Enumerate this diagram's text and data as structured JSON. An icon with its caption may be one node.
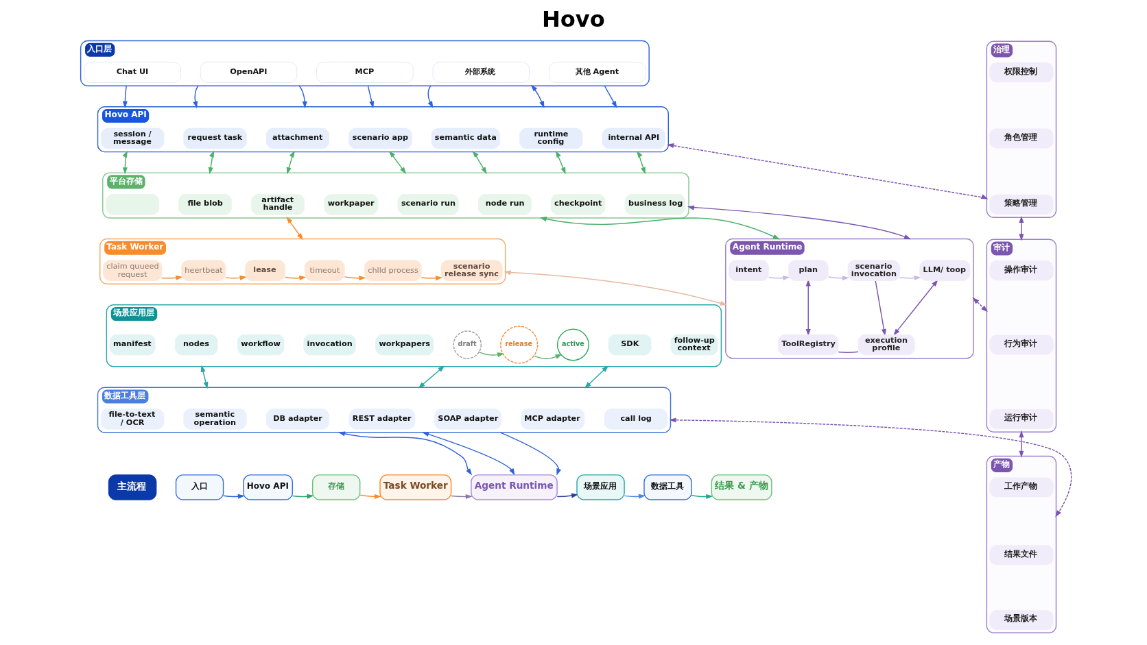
{
  "diagram": {
    "title": "Hovo",
    "nodes": [
      {
        "text": [
          "入口层"
        ]
      },
      {
        "text": [
          "Chat UI"
        ],
        "in": 0
      },
      {
        "text": [
          "OpenAPI"
        ],
        "in": 0
      },
      {
        "text": [
          "MCP"
        ],
        "in": 0
      },
      {
        "text": [
          "外部系统"
        ],
        "in": 0
      },
      {
        "text": [
          "其他 Agent"
        ],
        "in": 0
      },
      {
        "text": [
          "Hovo API"
        ]
      },
      {
        "text": [
          "session / message"
        ],
        "in": 6
      },
      {
        "text": [
          "request task"
        ],
        "in": 6
      },
      {
        "text": [
          "attachment"
        ],
        "in": 6
      },
      {
        "text": [
          "scenario app"
        ],
        "in": 6
      },
      {
        "text": [
          "semantic data"
        ],
        "in": 6
      },
      {
        "text": [
          "runtime config"
        ],
        "in": 6
      },
      {
        "text": [
          "internal API"
        ],
        "in": 6
      },
      {
        "text": [
          "平台存储"
        ]
      },
      {
        "text": [],
        "shape": "box",
        "in": 14
      },
      {
        "text": [
          "file blob"
        ],
        "in": 14
      },
      {
        "text": [
          "artifact handle"
        ],
        "in": 14
      },
      {
        "text": [
          "workpaper"
        ],
        "in": 14
      },
      {
        "text": [
          "scenario run"
        ],
        "in": 14
      },
      {
        "text": [
          "node run"
        ],
        "in": 14
      },
      {
        "text": [
          "checkpoint"
        ],
        "in": 14
      },
      {
        "text": [
          "business log"
        ],
        "in": 14
      },
      {
        "text": [
          "Task Worker"
        ]
      },
      {
        "text": [
          "claim quueed request"
        ],
        "in": 23
      },
      {
        "text": [
          "heertbeat"
        ],
        "in": 23
      },
      {
        "text": [
          "lease"
        ],
        "in": 23
      },
      {
        "text": [
          "timeout"
        ],
        "in": 23
      },
      {
        "text": [
          "chlld process"
        ],
        "in": 23
      },
      {
        "text": [
          "scenario release sync"
        ],
        "in": 23
      },
      {
        "text": [
          "Agent Runtime"
        ]
      },
      {
        "text": [
          "intent"
        ],
        "in": 30
      },
      {
        "text": [
          "plan"
        ],
        "in": 30
      },
      {
        "text": [
          "scenario invocation"
        ],
        "in": 30
      },
      {
        "text": [
          "LLM/ toop"
        ],
        "in": 30
      },
      {
        "text": [
          "ToolRegistry"
        ],
        "in": 30
      },
      {
        "text": [
          "execution profile"
        ],
        "in": 30
      },
      {
        "text": [
          "场景应用层"
        ]
      },
      {
        "text": [
          "manifest"
        ],
        "in": 37
      },
      {
        "text": [
          "nodes"
        ],
        "in": 37
      },
      {
        "text": [
          "workflow"
        ],
        "in": 37
      },
      {
        "text": [
          "invocation"
        ],
        "in": 37
      },
      {
        "text": [
          "workpapers"
        ],
        "in": 37
      },
      {
        "text": [
          "draft"
        ],
        "in": 37
      },
      {
        "text": [
          "release"
        ],
        "in": 37
      },
      {
        "text": [
          "active"
        ],
        "in": 37
      },
      {
        "text": [
          "SDK"
        ],
        "in": 37
      },
      {
        "text": [
          "follow-up context"
        ],
        "in": 37
      },
      {
        "text": [
          "数据工具层"
        ]
      },
      {
        "text": [
          "file-to-text / OCR"
        ],
        "in": 48
      },
      {
        "text": [
          "semantic operation"
        ],
        "in": 48
      },
      {
        "text": [
          "DB adapter"
        ],
        "in": 48
      },
      {
        "text": [
          "REST adapter"
        ],
        "in": 48
      },
      {
        "text": [
          "SOAP adapter"
        ],
        "in": 48
      },
      {
        "text": [
          "MCP adapter"
        ],
        "in": 48
      },
      {
        "text": [
          "call log"
        ],
        "in": 48
      },
      {
        "text": [
          "主流程"
        ]
      },
      {
        "text": [
          "入口"
        ]
      },
      {
        "text": [
          "Hovo API"
        ]
      },
      {
        "text": [
          "存储"
        ]
      },
      {
        "text": [
          "Task Worker"
        ]
      },
      {
        "text": [
          "Agent Runtime"
        ]
      },
      {
        "text": [
          "场景应用"
        ]
      },
      {
        "text": [
          "数据工具"
        ]
      },
      {
        "text": [
          "结果 & 产物"
        ]
      },
      {
        "text": [
          "治理"
        ]
      },
      {
        "text": [
          "权限控制"
        ],
        "in": 65
      },
      {
        "text": [
          "角色管理"
        ],
        "in": 65
      },
      {
        "text": [
          "策略管理"
        ],
        "in": 65
      },
      {
        "text": [
          "审计"
        ]
      },
      {
        "text": [
          "操作审计"
        ],
        "in": 69
      },
      {
        "text": [
          "行为审计"
        ],
        "in": 69
      },
      {
        "text": [
          "运行审计"
        ],
        "in": 69
      },
      {
        "text": [
          "产物"
        ]
      },
      {
        "text": [
          "工作产物"
        ],
        "in": 73
      },
      {
        "text": [
          "结果文件"
        ],
        "in": 73
      },
      {
        "text": [
          "场景版本"
        ],
        "in": 73
      }
    ],
    "edges": [
      {
        "from": 0,
        "to": 6,
        "arrow": "to"
      },
      {
        "from": 0,
        "to": 6,
        "arrow": "to"
      },
      {
        "from": 0,
        "to": 6,
        "arrow": "to"
      },
      {
        "from": 0,
        "to": 6,
        "arrow": "to"
      },
      {
        "from": 0,
        "to": 6,
        "arrow": "to"
      },
      {
        "from": 0,
        "to": 6,
        "arrow": "both"
      },
      {
        "from": 0,
        "to": 6,
        "arrow": "to"
      },
      {
        "from": 6,
        "to": 14,
        "arrow": "both",
        "color": "#4caf6a"
      },
      {
        "from": 6,
        "to": 14,
        "arrow": "both",
        "color": "#4caf6a"
      },
      {
        "from": 6,
        "to": 14,
        "arrow": "both",
        "color": "#4caf6a"
      },
      {
        "from": 6,
        "to": 14,
        "arrow": "both",
        "color": "#4caf6a"
      },
      {
        "from": 6,
        "to": 14,
        "arrow": "both",
        "color": "#4caf6a"
      },
      {
        "from": 6,
        "to": 14,
        "arrow": "both",
        "color": "#4caf6a"
      },
      {
        "from": 6,
        "to": 14,
        "arrow": "both",
        "color": "#4caf6a"
      },
      {
        "from": 14,
        "to": 23,
        "arrow": "both",
        "color": "#f98b2a"
      },
      {
        "from": 14,
        "to": 30,
        "arrow": "both",
        "color": "#4caf6a"
      },
      {
        "from": 14,
        "to": 30,
        "arrow": "both",
        "color": "#7b55b0"
      },
      {
        "from": 23,
        "to": 30,
        "arrow": "both",
        "color": "#e6b9a0"
      },
      {
        "from": 24,
        "to": 25,
        "arrow": "to",
        "color": "#f98b2a"
      },
      {
        "from": 25,
        "to": 26,
        "arrow": "to",
        "color": "#f98b2a"
      },
      {
        "from": 26,
        "to": 27,
        "arrow": "to",
        "color": "#f98b2a"
      },
      {
        "from": 27,
        "to": 28,
        "arrow": "to",
        "color": "#f98b2a"
      },
      {
        "from": 28,
        "to": 29,
        "arrow": "to",
        "color": "#f98b2a"
      },
      {
        "from": 31,
        "to": 32,
        "arrow": "to",
        "color": "#c9b8e6"
      },
      {
        "from": 32,
        "to": 33,
        "arrow": "to",
        "color": "#c9b8e6"
      },
      {
        "from": 33,
        "to": 34,
        "arrow": "to",
        "color": "#c9b8e6"
      },
      {
        "from": 32,
        "to": 35,
        "arrow": "both",
        "color": "#7b55b0"
      },
      {
        "from": 34,
        "to": 36,
        "arrow": "both",
        "color": "#7b55b0"
      },
      {
        "from": 33,
        "to": 36,
        "arrow": "to",
        "color": "#7b55b0"
      },
      {
        "from": 35,
        "to": 36,
        "arrow": "none",
        "color": "#7b55b0"
      },
      {
        "from": 43,
        "to": 44,
        "arrow": "to",
        "color": "#5cb26b"
      },
      {
        "from": 44,
        "to": 45,
        "arrow": "to",
        "color": "#5cb26b"
      },
      {
        "from": 37,
        "to": 48,
        "arrow": "both",
        "color": "#2aa7a8"
      },
      {
        "from": 37,
        "to": 48,
        "arrow": "both",
        "color": "#2aa7a8"
      },
      {
        "from": 37,
        "to": 48,
        "arrow": "both",
        "color": "#2aa7a8"
      },
      {
        "from": 48,
        "to": 61,
        "arrow": "both"
      },
      {
        "from": 48,
        "to": 61,
        "arrow": "both"
      },
      {
        "from": 48,
        "to": 61,
        "arrow": "to"
      },
      {
        "from": 57,
        "to": 58,
        "arrow": "to"
      },
      {
        "from": 58,
        "to": 59,
        "arrow": "to",
        "color": "#2ea36b"
      },
      {
        "from": 59,
        "to": 60,
        "arrow": "to",
        "color": "#f98b2a"
      },
      {
        "from": 60,
        "to": 61,
        "arrow": "to",
        "color": "#8e7ba6"
      },
      {
        "from": 61,
        "to": 62,
        "arrow": "to",
        "color": "#2c3fa0"
      },
      {
        "from": 62,
        "to": 63,
        "arrow": "to",
        "color": "#4a86e0"
      },
      {
        "from": 63,
        "to": 64,
        "arrow": "to",
        "color": "#20a68a"
      },
      {
        "from": 6,
        "to": 65,
        "arrow": "both",
        "style": "dashed",
        "color": "#7b55b0"
      },
      {
        "from": 30,
        "to": 69,
        "arrow": "both",
        "style": "dashed",
        "color": "#7b55b0"
      },
      {
        "from": 48,
        "to": 73,
        "arrow": "both",
        "style": "dashed",
        "color": "#7b55b0"
      },
      {
        "from": 65,
        "to": 69,
        "arrow": "both",
        "color": "#7b55b0"
      },
      {
        "from": 69,
        "to": 73,
        "arrow": "both",
        "color": "#7b55b0"
      }
    ]
  }
}
